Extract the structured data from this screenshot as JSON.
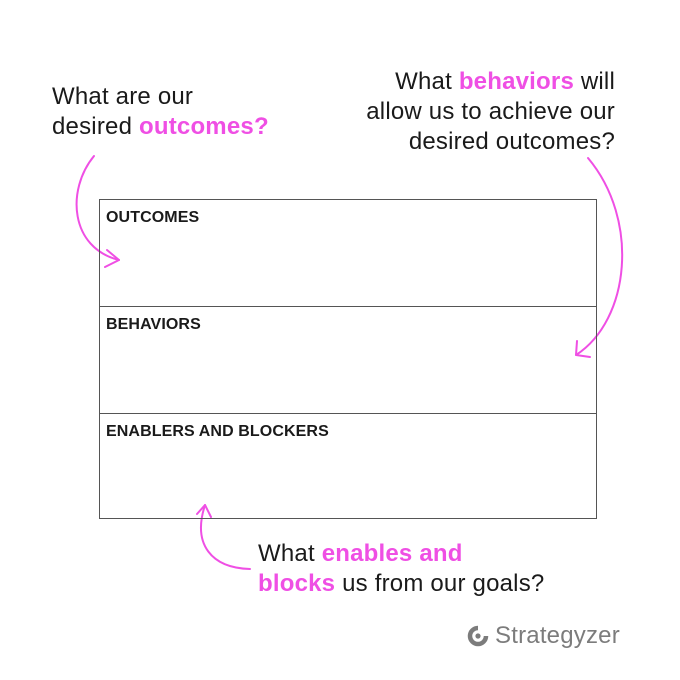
{
  "questions": {
    "outcomes": {
      "line1": "What are our",
      "line2_prefix": "desired ",
      "line2_highlight": "outcomes?"
    },
    "behaviors": {
      "line1_prefix": "What ",
      "line1_highlight": "behaviors",
      "line1_suffix": " will",
      "line2": "allow us to achieve our",
      "line3": "desired outcomes?"
    },
    "enablers": {
      "line1_prefix": "What ",
      "line1_highlight": "enables and",
      "line2_highlight": "blocks",
      "line2_suffix": " us from our goals?"
    }
  },
  "canvas": {
    "rows": [
      {
        "title": "OUTCOMES"
      },
      {
        "title": "BEHAVIORS"
      },
      {
        "title": "ENABLERS AND BLOCKERS"
      }
    ]
  },
  "brand": {
    "name": "Strategyzer",
    "icon": "strategyzer-logo-icon"
  },
  "colors": {
    "accent": "#ef4fe4",
    "text": "#1a1a1a",
    "border": "#555555",
    "logo": "#7c7c7c"
  }
}
